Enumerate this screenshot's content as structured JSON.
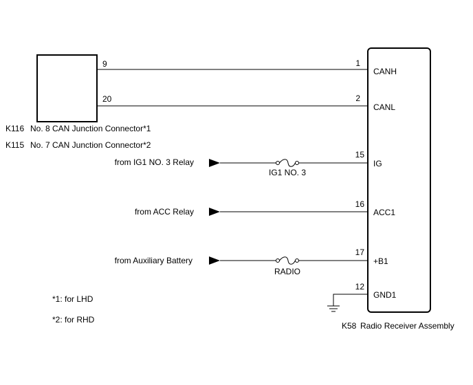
{
  "connectors": {
    "k116": {
      "code": "K116",
      "name": "No. 8 CAN Junction Connector*1"
    },
    "k115": {
      "code": "K115",
      "name": "No. 7 CAN Junction Connector*2"
    },
    "k58": {
      "code": "K58",
      "name": "Radio Receiver Assembly"
    }
  },
  "junction_pins": {
    "canh": "9",
    "canl": "20"
  },
  "receiver_pins": [
    {
      "pin": "1",
      "signal": "CANH"
    },
    {
      "pin": "2",
      "signal": "CANL"
    },
    {
      "pin": "15",
      "signal": "IG"
    },
    {
      "pin": "16",
      "signal": "ACC1"
    },
    {
      "pin": "17",
      "signal": "+B1"
    },
    {
      "pin": "12",
      "signal": "GND1"
    }
  ],
  "sources": {
    "ig": "from IG1 NO. 3 Relay",
    "acc": "from ACC Relay",
    "batt": "from Auxiliary Battery"
  },
  "fuses": {
    "ig": "IG1 NO. 3",
    "batt": "RADIO"
  },
  "notes": [
    "*1: for LHD",
    "*2: for RHD"
  ]
}
